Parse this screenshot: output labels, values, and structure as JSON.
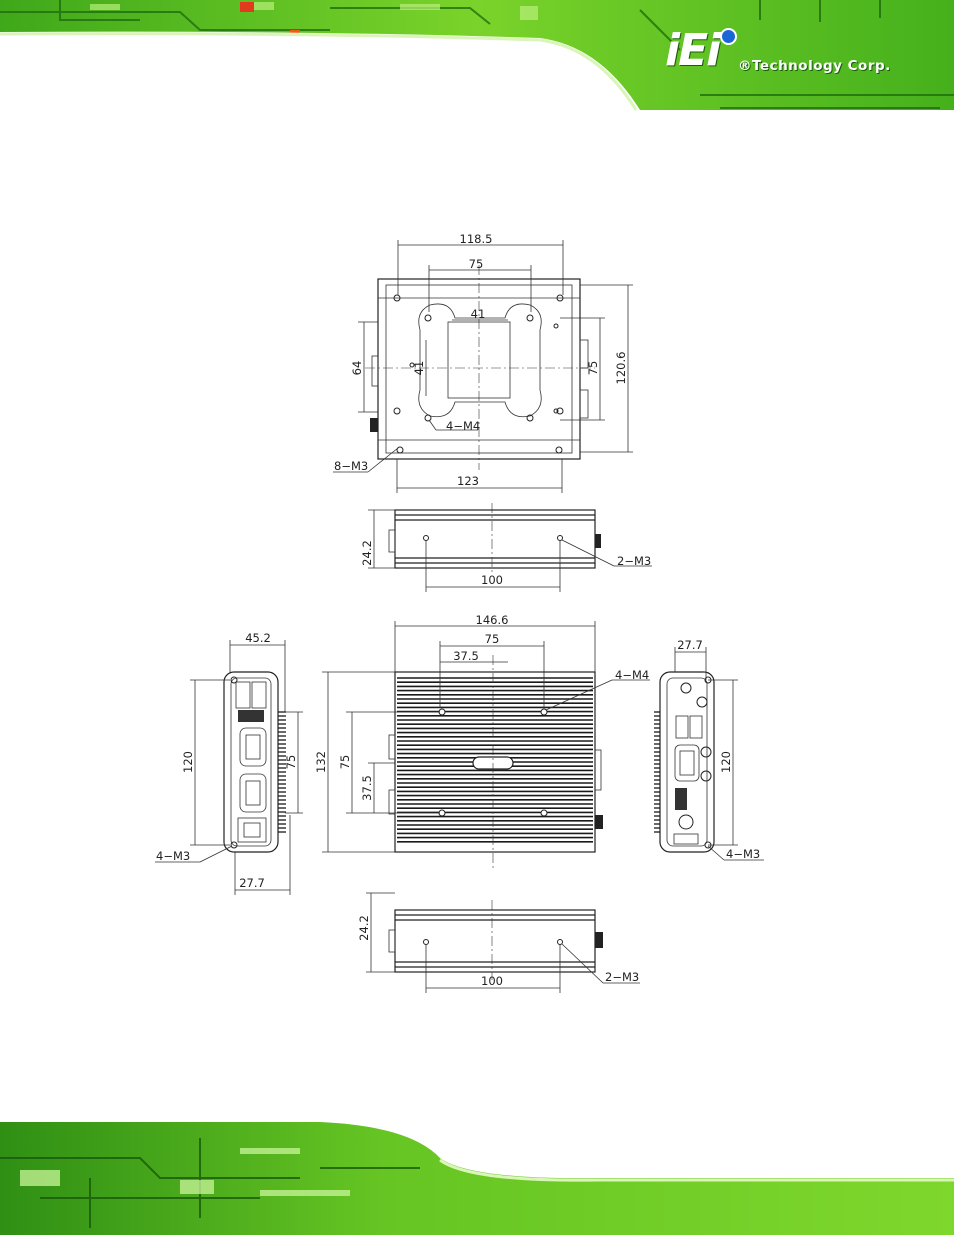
{
  "brand": {
    "logo_mark": "iEi",
    "company": "®Technology Corp."
  },
  "top_view": {
    "width_outer": "118.5",
    "hole_spacing": "75",
    "inner_width": "41",
    "inner_height": "41",
    "left_height": "64",
    "right_spacing": "75",
    "overall_height": "120.6",
    "bottom_width": "123",
    "screw_label_a": "4−M4",
    "screw_label_b": "8−M3"
  },
  "side_view_1": {
    "height": "24.2",
    "spacing": "100",
    "screw_label": "2−M3"
  },
  "front_view": {
    "overall_width": "146.6",
    "hole_spacing": "75",
    "half_spacing": "37.5",
    "overall_height": "132",
    "v_spacing": "75",
    "v_half": "37.5",
    "screw_label": "4−M4"
  },
  "left_view": {
    "depth": "45.2",
    "height": "120",
    "inner": "75",
    "bottom": "27.7",
    "screw_label": "4−M3"
  },
  "right_view": {
    "top": "27.7",
    "height": "120",
    "screw_label": "4−M3"
  },
  "side_view_2": {
    "height": "24.2",
    "spacing": "100",
    "screw_label": "2−M3"
  }
}
